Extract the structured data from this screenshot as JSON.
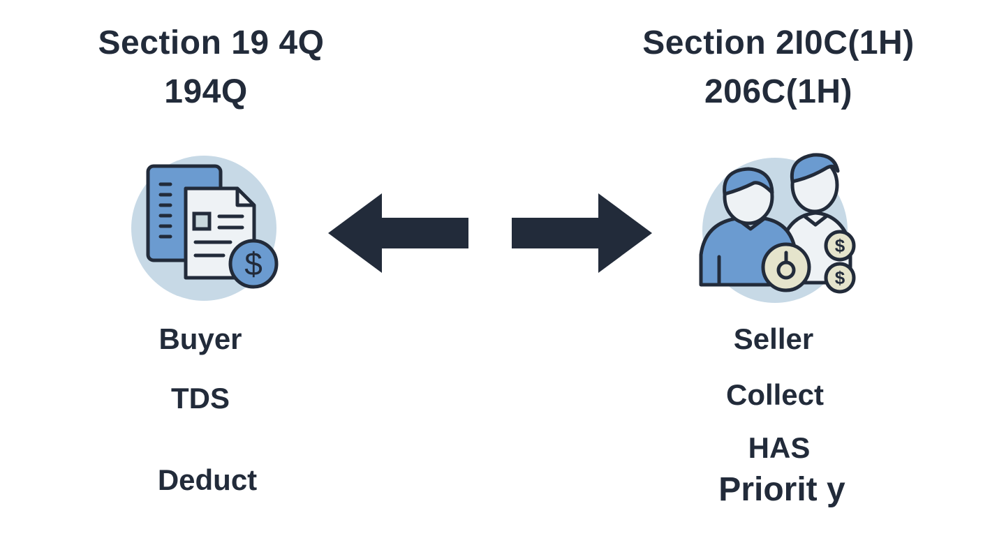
{
  "left": {
    "title_line1": "Section 19 4Q",
    "title_line2": "194Q",
    "icon": "document-with-dollar-icon",
    "labels": [
      "Buyer",
      "TDS",
      "Deduct"
    ]
  },
  "right": {
    "title_line1": "Section 2I0C(1H)",
    "title_line2": "206C(1H)",
    "icon": "people-with-coins-icon",
    "labels": [
      "Seller",
      "Collect",
      "HAS",
      "Priorit y"
    ]
  },
  "center": {
    "arrows": [
      "arrow-left-icon",
      "arrow-right-icon"
    ]
  },
  "colors": {
    "text": "#222b3a",
    "accent_blue": "#6b9bd0",
    "circle_bg": "#c7d9e6",
    "coin_fill": "#e5e4cc",
    "paper": "#eef2f5"
  }
}
